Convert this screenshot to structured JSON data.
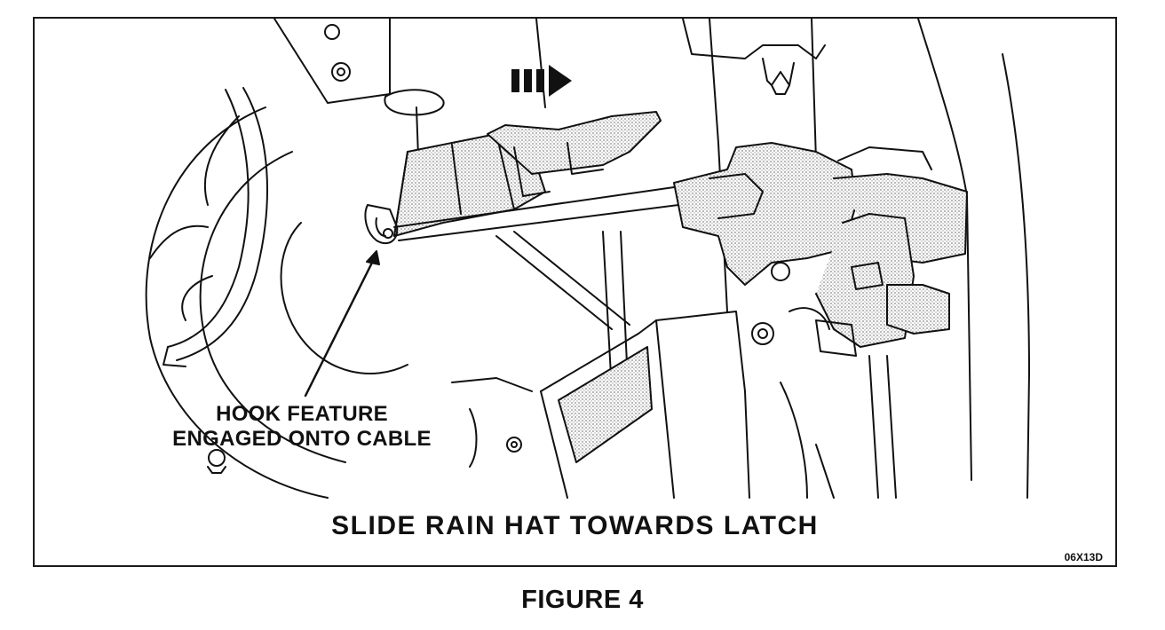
{
  "diagram": {
    "callout_line1": "HOOK FEATURE",
    "callout_line2": "ENGAGED ONTO CABLE",
    "caption": "SLIDE RAIN HAT TOWARDS LATCH",
    "image_code": "06X13D",
    "figure_label": "FIGURE 4"
  },
  "colors": {
    "ink": "#111111",
    "shade": "#cfcfcf",
    "paper": "#ffffff"
  },
  "icons": {
    "direction_arrow": "right-arrow-icon"
  }
}
